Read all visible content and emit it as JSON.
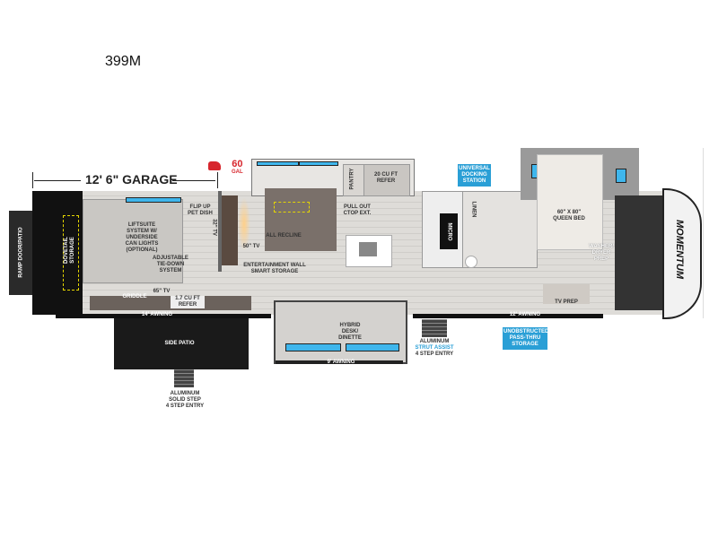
{
  "title": "399M",
  "garage_dimension": "12' 6\" GARAGE",
  "fuel": {
    "capacity": "60",
    "unit": "GAL",
    "color": "#d7262d"
  },
  "labels": {
    "ramp_door": "RAMP DOOR/PATIO",
    "dovetail": "DOVETAIL\nSTORAGE",
    "liftsuite": "LIFTSUITE\nSYSTEM w/\nUNDERSIDE\nCAN LIGHTS\n(OPTIONAL)",
    "tiedown": "ADJUSTABLE\nTIE-DOWN\nSYSTEM",
    "pet_dish": "FLIP UP\nPET DISH",
    "tv32": "32\" TV",
    "tv65": "65\" TV",
    "griddle": "GRIDDLE",
    "refer_small": "1.7 CU FT\nREFER",
    "awning_14": "14' AWNING",
    "side_patio": "SIDE PATIO",
    "step_solid": "ALUMINUM\nSOLID STEP\n4 STEP ENTRY",
    "tv50": "50\" TV",
    "ent_wall": "ENTERTAINMENT WALL\nSMART STORAGE",
    "all_recline": "ALL RECLINE",
    "pantry": "PANTRY",
    "refer_20": "20 CU FT\nREFER",
    "pullout": "PULL OUT\nCTOP EXT.",
    "micro": "MICRO",
    "linen": "LINEN",
    "dinette": "HYBRID\nDESK/\nDINETTE",
    "awning_9": "9' AWNING",
    "step_strut_1": "ALUMINUM",
    "step_strut_2": "STRUT ASSIST",
    "step_strut_3": "4 STEP ENTRY",
    "queen_bed": "60\" x 80\"\nQUEEN BED",
    "washer": "WASHER/\nDRYER\nPREP",
    "tv_prep": "TV PREP",
    "awning_12": "12' AWNING",
    "brand": "MOMENTUM"
  },
  "badges": {
    "docking": "UNIVERSAL\nDOCKING\nSTATION",
    "passthru": "UNOBSTRUCTED\nPASS-THRU\nSTORAGE",
    "color": "#2a9fd6"
  }
}
